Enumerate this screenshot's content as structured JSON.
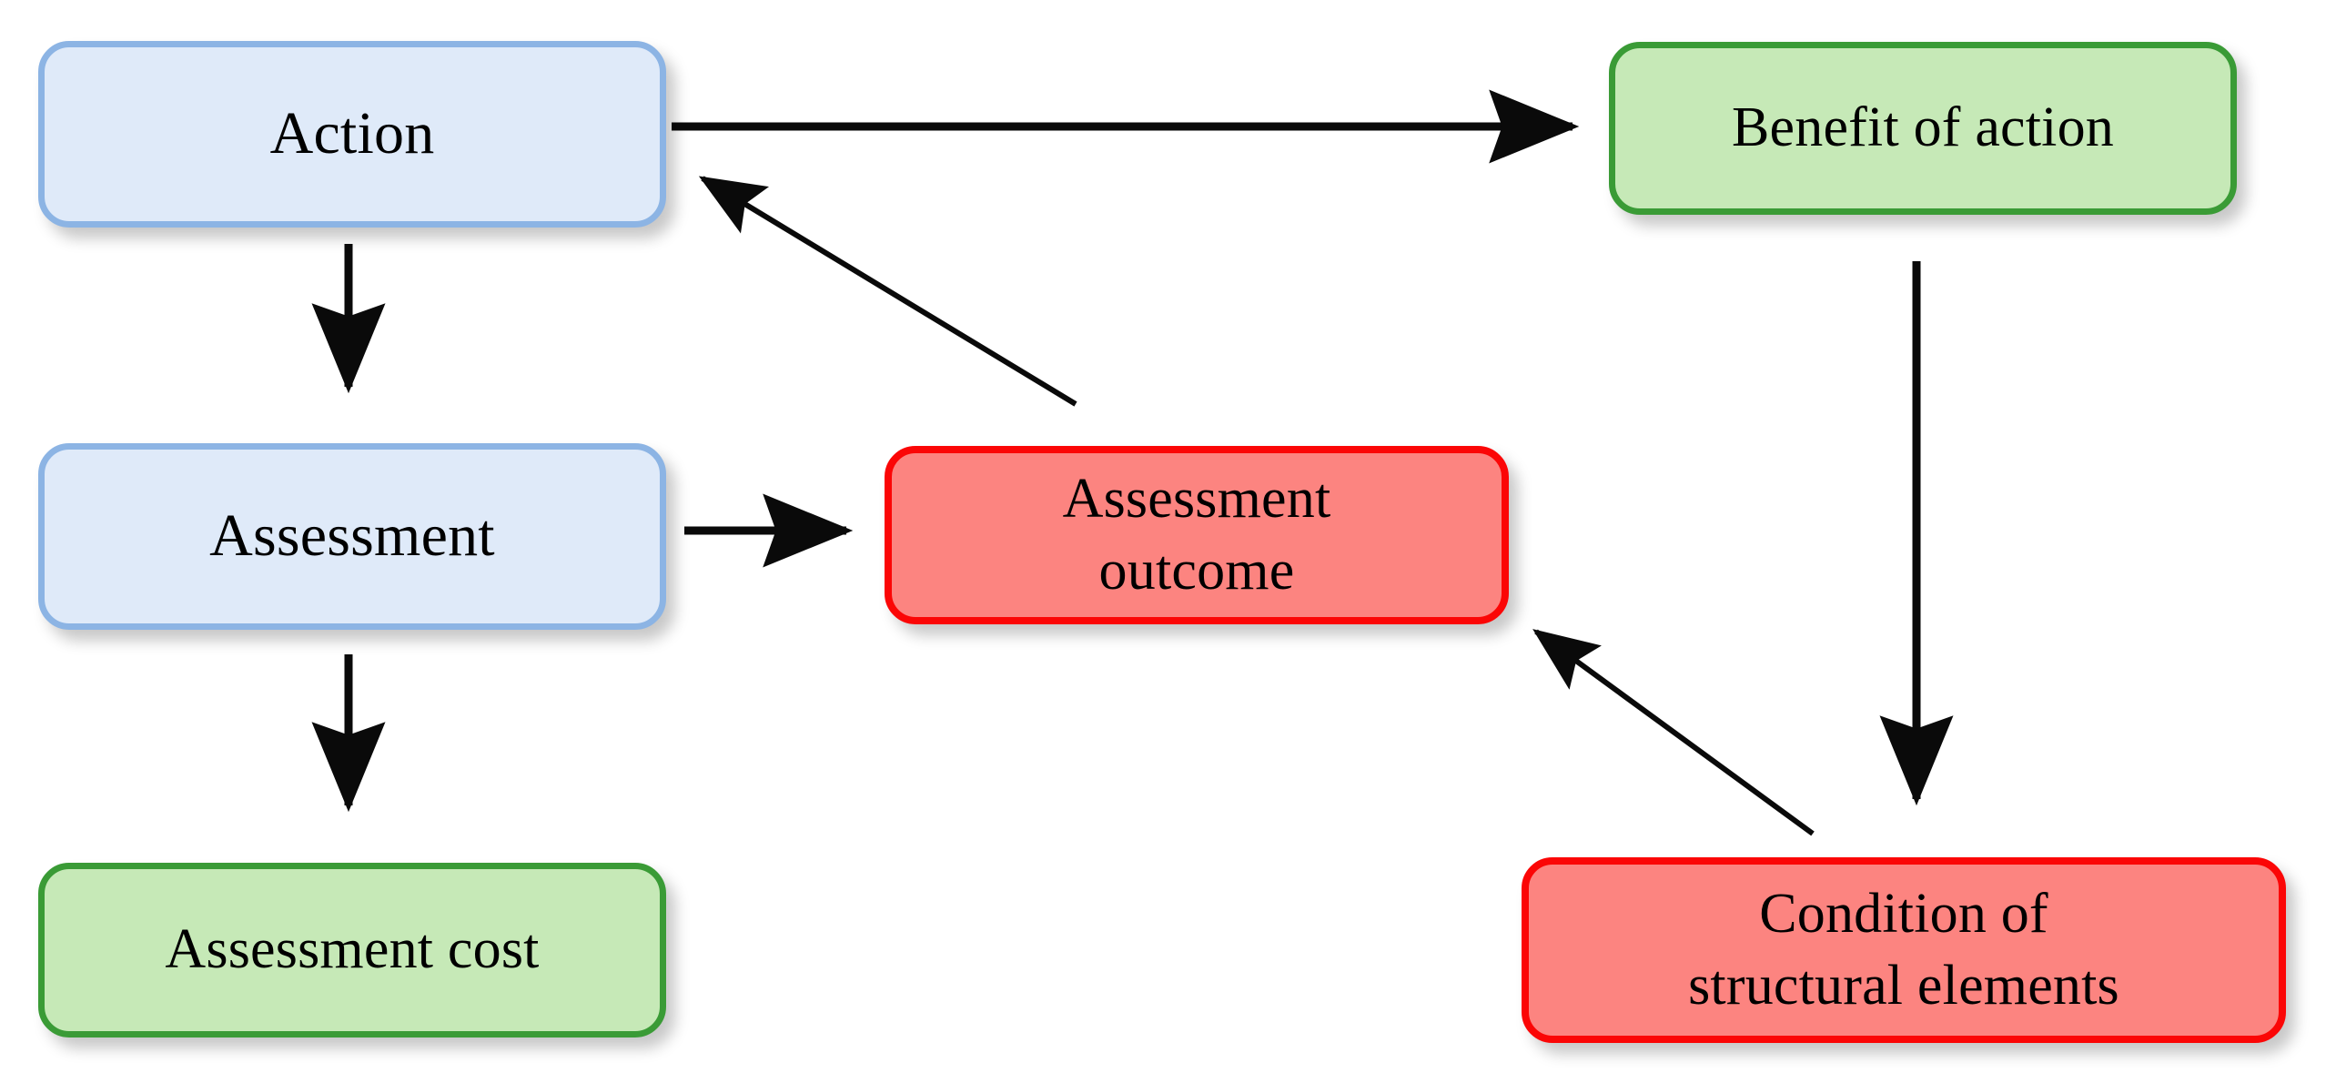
{
  "diagram": {
    "title": "Action-Assessment-Benefit-Cost Flow Diagram",
    "background_color": "#ffffff",
    "nodes": [
      {
        "id": "action",
        "label": "Action",
        "category": "blue",
        "fill": "#dfeaf9",
        "stroke": "#8cb4e4"
      },
      {
        "id": "benefit",
        "label": "Benefit of action",
        "category": "green",
        "fill": "#c6e9b7",
        "stroke": "#3a9b36"
      },
      {
        "id": "assessment",
        "label": "Assessment",
        "category": "blue",
        "fill": "#dfeaf9",
        "stroke": "#8cb4e4"
      },
      {
        "id": "outcome",
        "label": "Assessment\noutcome",
        "category": "red",
        "fill": "#fc8480",
        "stroke": "#fb0606"
      },
      {
        "id": "cost",
        "label": "Assessment cost",
        "category": "green",
        "fill": "#c6e9b7",
        "stroke": "#3a9b36"
      },
      {
        "id": "condition",
        "label": "Condition of\nstructural elements",
        "category": "red",
        "fill": "#fc8480",
        "stroke": "#fb0606"
      }
    ],
    "edges": [
      {
        "id": "action-to-benefit",
        "from": "action",
        "to": "benefit",
        "style": "straight-horizontal",
        "color": "#0a0a0a"
      },
      {
        "id": "action-to-assessment",
        "from": "action",
        "to": "assessment",
        "style": "straight-vertical",
        "color": "#0a0a0a"
      },
      {
        "id": "assessment-to-cost",
        "from": "assessment",
        "to": "cost",
        "style": "straight-vertical",
        "color": "#0a0a0a"
      },
      {
        "id": "assessment-to-outcome",
        "from": "assessment",
        "to": "outcome",
        "style": "straight-horizontal",
        "color": "#0a0a0a"
      },
      {
        "id": "benefit-to-condition",
        "from": "benefit",
        "to": "condition",
        "style": "straight-vertical",
        "color": "#0a0a0a"
      },
      {
        "id": "outcome-to-action",
        "from": "outcome",
        "to": "action",
        "style": "diagonal",
        "color": "#0a0a0a"
      },
      {
        "id": "condition-to-outcome",
        "from": "condition",
        "to": "outcome",
        "style": "diagonal",
        "color": "#0a0a0a"
      }
    ]
  }
}
